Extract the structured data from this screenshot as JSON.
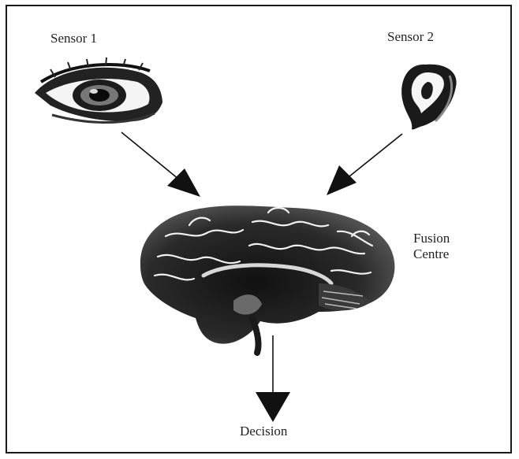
{
  "labels": {
    "sensor_1": "Sensor 1",
    "sensor_2": "Sensor 2",
    "fusion_line1": "Fusion",
    "fusion_line2": "Centre",
    "decision": "Decision"
  },
  "icons": {
    "sensor_1": "eye-icon",
    "sensor_2": "ear-icon",
    "fusion": "brain-icon"
  }
}
